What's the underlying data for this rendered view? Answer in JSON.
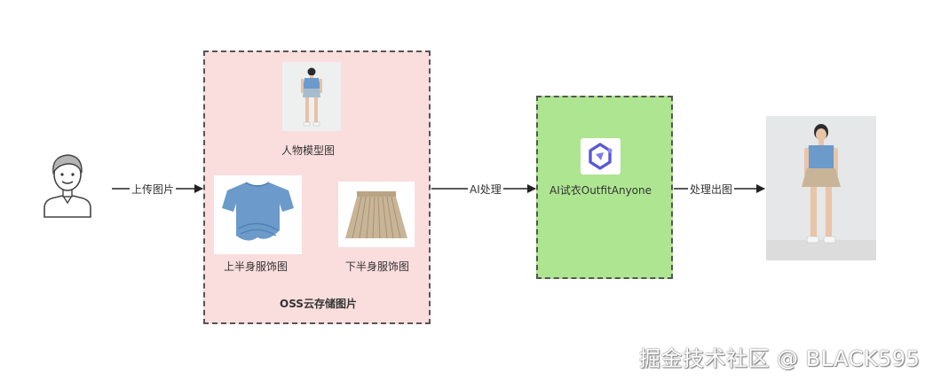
{
  "nodes": {
    "user": {
      "icon": "user-avatar-icon"
    },
    "model_image": {
      "label": "人物模型图"
    },
    "top_garment": {
      "label": "上半身服饰图"
    },
    "bottom_garment": {
      "label": "下半身服饰图"
    },
    "oss": {
      "label": "OSS云存储图片"
    },
    "ai_service": {
      "label": "AI试衣OutfitAnyone",
      "icon": "outfitanyone-logo-icon"
    },
    "result_image": {
      "label": ""
    }
  },
  "edges": {
    "upload": "上传图片",
    "ai_process": "AI处理",
    "output": "处理出图"
  },
  "watermark": "掘金技术社区 @ BLACK595",
  "colors": {
    "oss_fill": "#fadddd",
    "ai_fill": "#aee591",
    "stroke": "#555555",
    "shirt": "#6b9acb",
    "skirt": "#c8b497"
  }
}
